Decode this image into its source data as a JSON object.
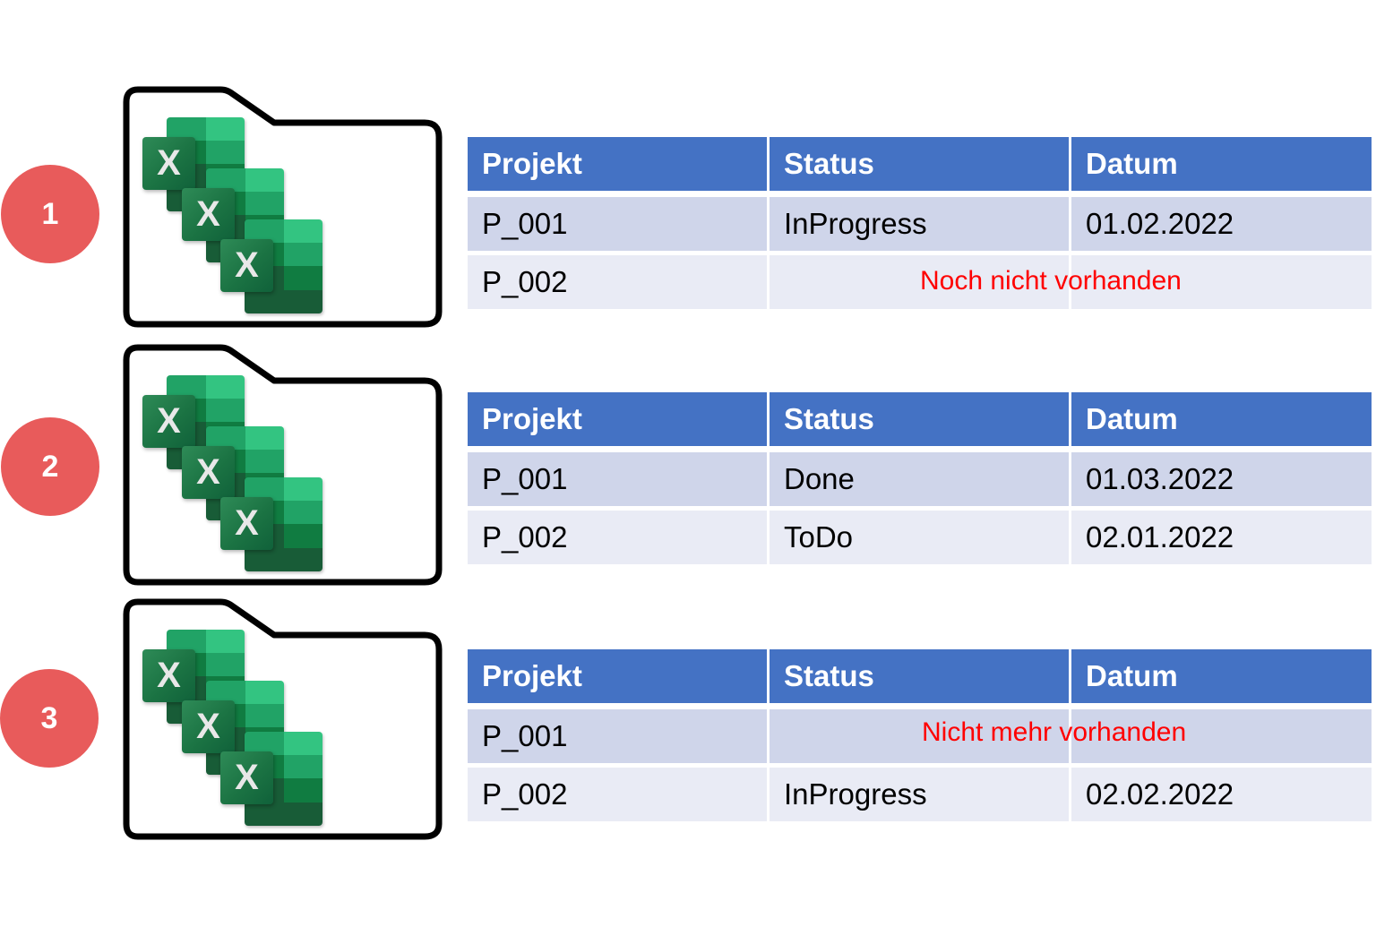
{
  "steps": [
    {
      "number": "1",
      "table": {
        "headers": [
          "Projekt",
          "Status",
          "Datum"
        ],
        "rows": [
          {
            "projekt": "P_001",
            "status": "InProgress",
            "datum": "01.02.2022"
          },
          {
            "projekt": "P_002",
            "status": "",
            "datum": ""
          }
        ],
        "overlay_note": "Noch nicht vorhanden"
      }
    },
    {
      "number": "2",
      "table": {
        "headers": [
          "Projekt",
          "Status",
          "Datum"
        ],
        "rows": [
          {
            "projekt": "P_001",
            "status": "Done",
            "datum": "01.03.2022"
          },
          {
            "projekt": "P_002",
            "status": "ToDo",
            "datum": "02.01.2022"
          }
        ]
      }
    },
    {
      "number": "3",
      "table": {
        "headers": [
          "Projekt",
          "Status",
          "Datum"
        ],
        "rows": [
          {
            "projekt": "P_001",
            "status": "",
            "datum": ""
          },
          {
            "projekt": "P_002",
            "status": "InProgress",
            "datum": "02.02.2022"
          }
        ],
        "overlay_note": "Nicht mehr vorhanden"
      }
    }
  ],
  "icons": {
    "folder": "folder-icon",
    "file": "excel-file-icon",
    "file_letter": "X"
  },
  "colors": {
    "badge": "#E85B5B",
    "header": "#4472C4",
    "row_odd": "#CFD5EA",
    "row_even": "#E9EBF5",
    "note": "#FF0000",
    "excel_green": "#107C41"
  }
}
